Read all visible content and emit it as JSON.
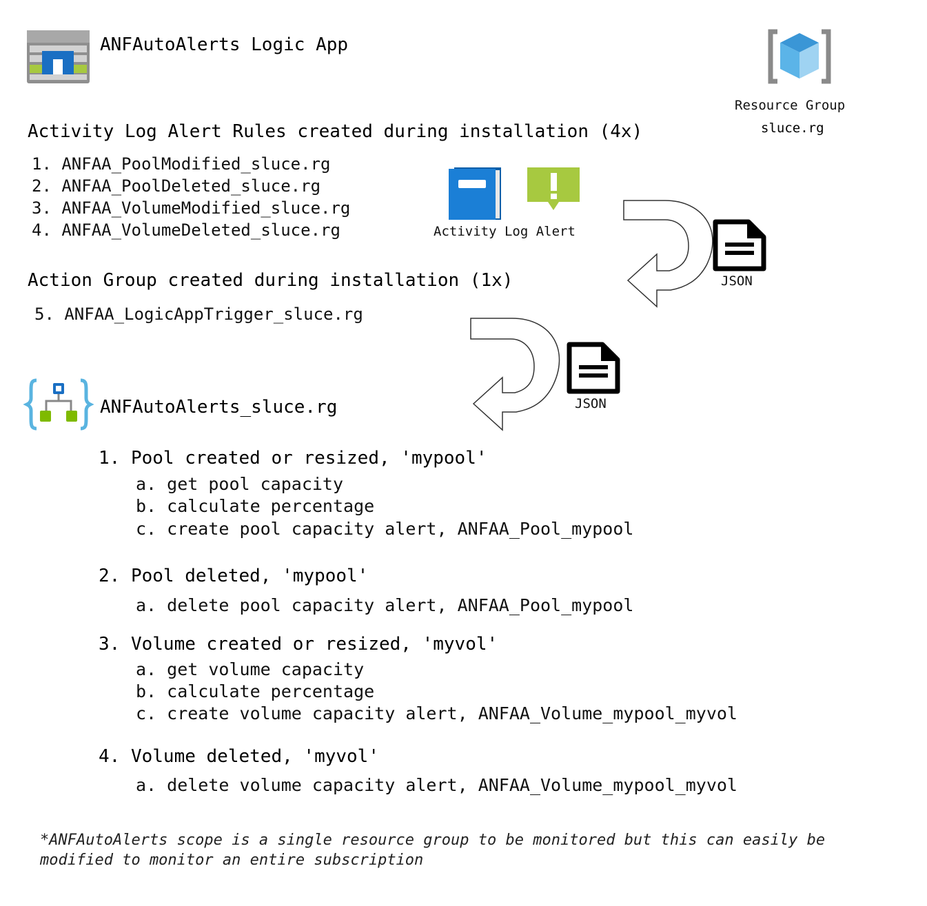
{
  "logic_app": {
    "title": "ANFAutoAlerts Logic App"
  },
  "resource_group": {
    "label": "Resource Group",
    "name": "sluce.rg"
  },
  "activity_log": {
    "heading": "Activity Log Alert Rules created during installation (4x)",
    "rules": [
      "1. ANFAA_PoolModified_sluce.rg",
      "2. ANFAA_PoolDeleted_sluce.rg",
      "3. ANFAA_VolumeModified_sluce.rg",
      "4. ANFAA_VolumeDeleted_sluce.rg"
    ],
    "icon_label": "Activity Log Alert"
  },
  "action_group": {
    "heading": "Action Group created during installation (1x)",
    "item": "5. ANFAA_LogicAppTrigger_sluce.rg"
  },
  "json_label_1": "JSON",
  "json_label_2": "JSON",
  "workflow": {
    "title": "ANFAutoAlerts_sluce.rg",
    "steps": [
      {
        "title": "1. Pool created or resized, 'mypool'",
        "subs": [
          "a. get pool capacity",
          "b. calculate percentage",
          "c. create pool capacity alert, ANFAA_Pool_mypool"
        ]
      },
      {
        "title": "2. Pool deleted, 'mypool'",
        "subs": [
          "a. delete pool capacity alert, ANFAA_Pool_mypool"
        ]
      },
      {
        "title": "3. Volume created or resized, 'myvol'",
        "subs": [
          "a. get volume capacity",
          "b. calculate percentage",
          "c. create volume capacity alert, ANFAA_Volume_mypool_myvol"
        ]
      },
      {
        "title": "4. Volume deleted, 'myvol'",
        "subs": [
          "a. delete volume capacity alert, ANFAA_Volume_mypool_myvol"
        ]
      }
    ]
  },
  "footnote": "*ANFAutoAlerts scope is a single resource group to be monitored but this can easily be modified to monitor an entire subscription"
}
